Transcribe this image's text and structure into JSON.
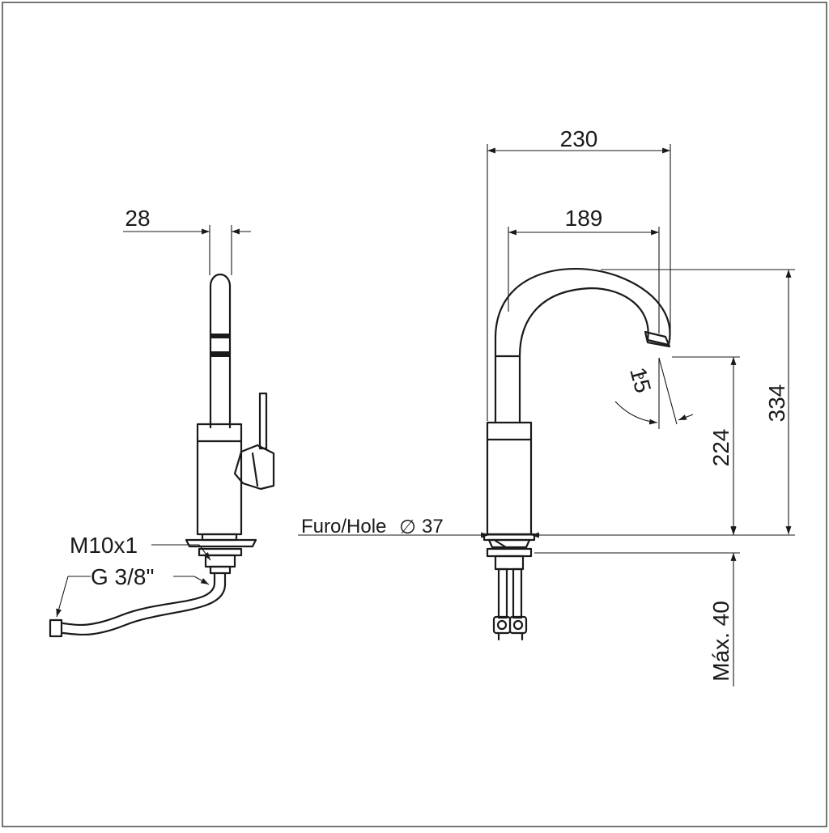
{
  "drawing": {
    "frame": "border",
    "side_view": {
      "dim_width": "28",
      "label_thread": "M10x1",
      "label_hose": "G 3/8\""
    },
    "front_view": {
      "dim_overall_reach": "230",
      "dim_spout_reach": "189",
      "dim_total_height": "334",
      "dim_spout_height": "224",
      "dim_max_counter": "Máx. 40",
      "dim_angle": "15",
      "angle_unit": "°",
      "label_hole": "Furo/Hole",
      "hole_symbol": "∅",
      "hole_value": "37"
    }
  }
}
